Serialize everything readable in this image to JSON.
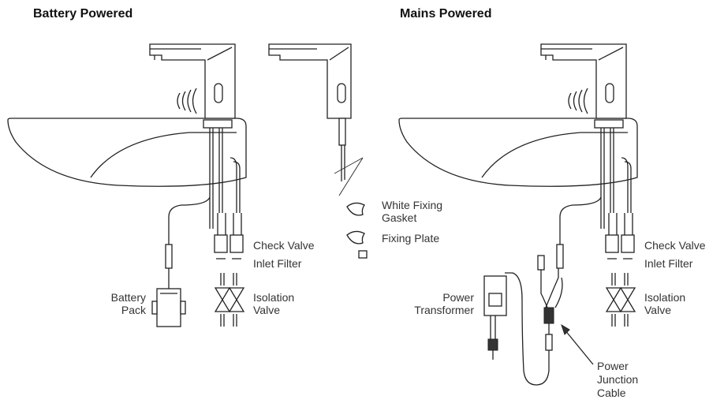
{
  "headings": {
    "battery": "Battery Powered",
    "mains": "Mains Powered"
  },
  "labels": {
    "check_valve": "Check Valve",
    "inlet_filter": "Inlet Filter",
    "isolation_1": "Isolation",
    "isolation_2": "Valve",
    "battery_1": "Battery",
    "battery_2": "Pack",
    "gasket_1": "White Fixing",
    "gasket_2": "Gasket",
    "fixing_plate": "Fixing Plate",
    "power_1": "Power",
    "power_2": "Transformer",
    "junction_1": "Power",
    "junction_2": "Junction",
    "junction_3": "Cable"
  },
  "icons": [
    "sensor-waves-icon",
    "tap-icon",
    "valve-icon",
    "battery-pack-icon",
    "transformer-icon",
    "arrow-icon"
  ]
}
